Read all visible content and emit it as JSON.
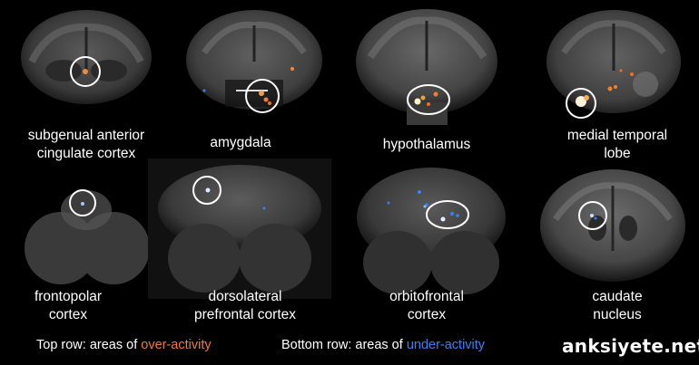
{
  "panels": [
    {
      "id": "sgacc",
      "row": "top",
      "label_line1": "subgenual anterior",
      "label_line2": "cingulate cortex",
      "activity": "over"
    },
    {
      "id": "amygdala",
      "row": "top",
      "label_line1": "amygdala",
      "label_line2": "",
      "activity": "over"
    },
    {
      "id": "hypothalamus",
      "row": "top",
      "label_line1": "hypothalamus",
      "label_line2": "",
      "activity": "over"
    },
    {
      "id": "mtl",
      "row": "top",
      "label_line1": "medial temporal",
      "label_line2": "lobe",
      "activity": "over"
    },
    {
      "id": "frontopolar",
      "row": "bottom",
      "label_line1": "frontopolar",
      "label_line2": "cortex",
      "activity": "under"
    },
    {
      "id": "dlpfc",
      "row": "bottom",
      "label_line1": "dorsolateral",
      "label_line2": "prefrontal cortex",
      "activity": "under"
    },
    {
      "id": "ofc",
      "row": "bottom",
      "label_line1": "orbitofrontal",
      "label_line2": "cortex",
      "activity": "under"
    },
    {
      "id": "caudate",
      "row": "bottom",
      "label_line1": "caudate",
      "label_line2": "nucleus",
      "activity": "under"
    }
  ],
  "legend": {
    "top_prefix": "Top row: areas of ",
    "top_highlight": "over-activity",
    "bottom_prefix": "Bottom row: areas of ",
    "bottom_highlight": "under-activity",
    "over_color": "#f07a3c",
    "under_color": "#3b82f0"
  },
  "watermark": "anksiyete.net"
}
